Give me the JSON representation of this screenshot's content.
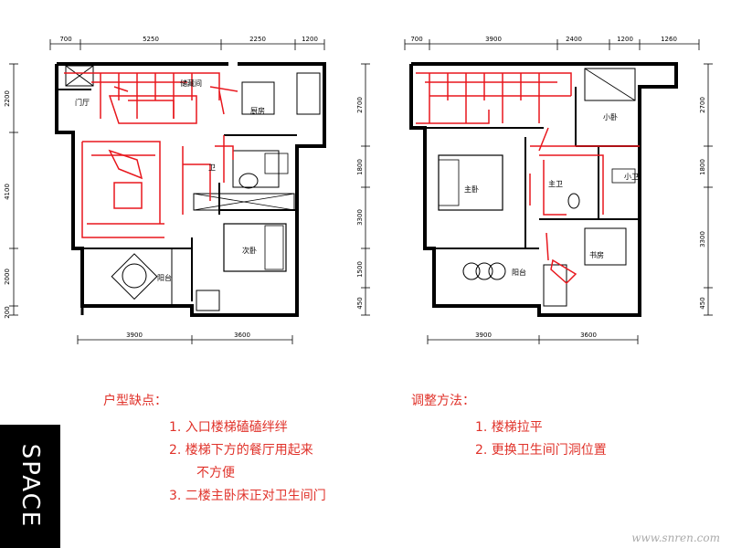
{
  "colors": {
    "wall": "#000000",
    "markup": "#e8171d",
    "text_red": "#e0322a"
  },
  "plans": {
    "left": {
      "dims_top": [
        "700",
        "5250",
        "2250",
        "1200"
      ],
      "dims_bottom": [
        "3900",
        "3600"
      ],
      "dims_left": [
        "2200",
        "4100",
        "2000",
        "200"
      ],
      "dims_right": [
        "2700",
        "1800",
        "3300",
        "1500",
        "450"
      ],
      "rooms": {
        "foyer": "门厅",
        "storage": "储藏间",
        "kitchen": "厨房",
        "bath": "卫",
        "bedroom": "次卧",
        "balcony": "阳台"
      }
    },
    "right": {
      "dims_top": [
        "700",
        "3900",
        "2400",
        "1200",
        "1260"
      ],
      "dims_bottom": [
        "3900",
        "3600"
      ],
      "dims_right": [
        "2700",
        "1800",
        "3300",
        "450"
      ],
      "rooms": {
        "small_bedroom": "小卧",
        "master_bath": "主卫",
        "small_bath": "小卫",
        "master_bedroom": "主卧",
        "study": "书房",
        "balcony": "阳台"
      }
    }
  },
  "defects": {
    "heading": "户型缺点：",
    "items": [
      "1. 入口楼梯磕磕绊绊",
      "2. 楼梯下方的餐厅用起来",
      "3. 二楼主卧床正对卫生间门"
    ],
    "item2_cont": "不方便"
  },
  "adjustments": {
    "heading": "调整方法：",
    "items": [
      "1. 楼梯拉平",
      "2. 更换卫生间门洞位置"
    ]
  },
  "brand": "SPACE",
  "watermark": "www.snren.com"
}
